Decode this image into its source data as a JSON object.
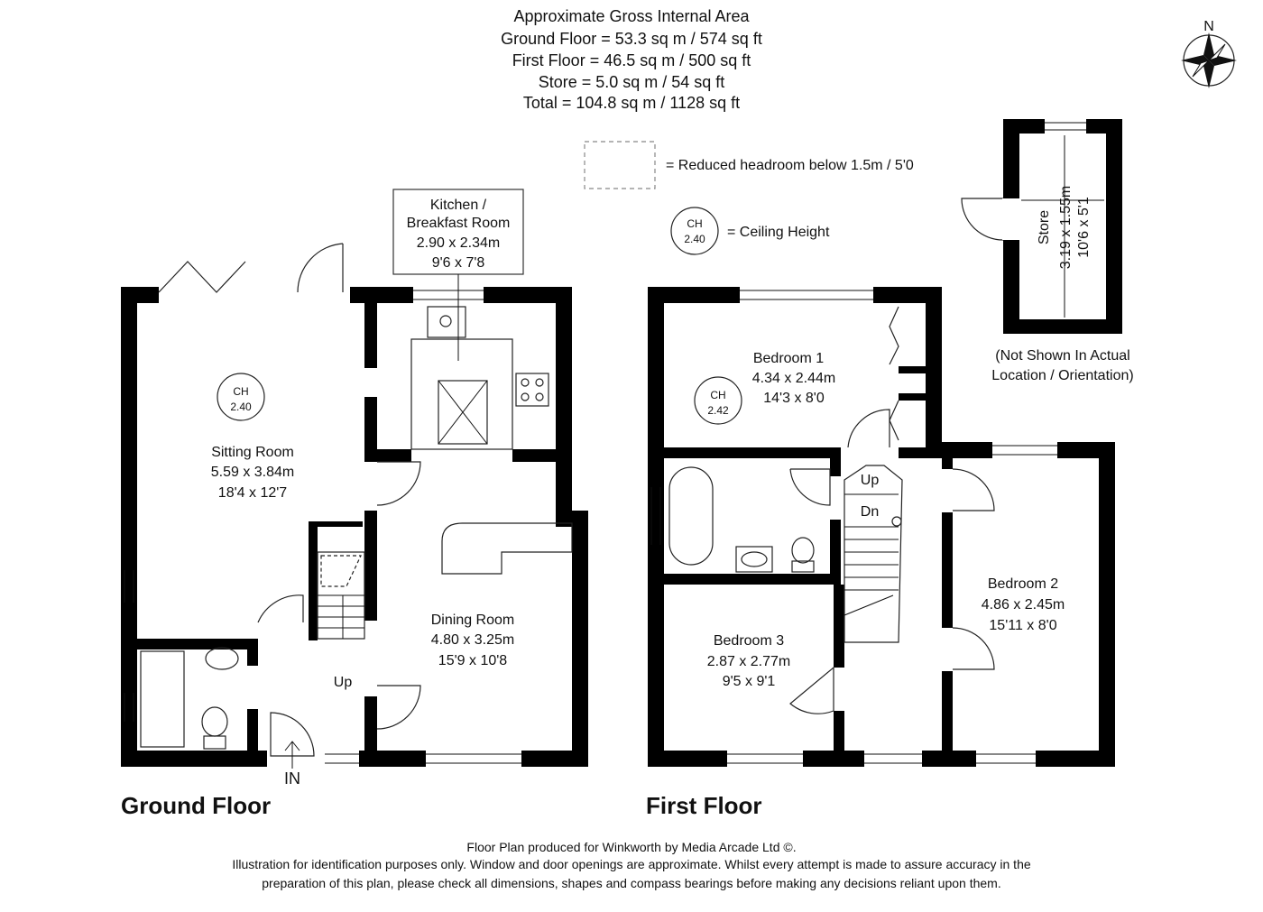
{
  "header": {
    "line1": "Approximate Gross Internal Area",
    "line2": "Ground Floor = 53.3 sq m / 574 sq ft",
    "line3": "First Floor = 46.5 sq m / 500 sq ft",
    "line4": "Store = 5.0 sq m / 54 sq ft",
    "line5": "Total = 104.8 sq m / 1128 sq ft"
  },
  "compass": {
    "north_label": "N"
  },
  "legend": {
    "reduced_headroom": "= Reduced headroom below 1.5m / 5'0",
    "ch_label": "CH",
    "ch_value": "2.40",
    "ceiling_height": "= Ceiling Height"
  },
  "ground_floor": {
    "title": "Ground Floor",
    "kitchen": {
      "name_1": "Kitchen /",
      "name_2": "Breakfast Room",
      "metric": "2.90 x 2.34m",
      "imperial": "9'6 x 7'8"
    },
    "sitting": {
      "name": "Sitting Room",
      "metric": "5.59 x 3.84m",
      "imperial": "18'4 x 12'7",
      "ch_label": "CH",
      "ch_value": "2.40"
    },
    "dining": {
      "name": "Dining Room",
      "metric": "4.80 x 3.25m",
      "imperial": "15'9 x 10'8"
    },
    "stairs_up": "Up",
    "entrance": "IN"
  },
  "first_floor": {
    "title": "First Floor",
    "bedroom1": {
      "name": "Bedroom 1",
      "metric": "4.34 x 2.44m",
      "imperial": "14'3 x 8'0",
      "ch_label": "CH",
      "ch_value": "2.42"
    },
    "bedroom2": {
      "name": "Bedroom 2",
      "metric": "4.86 x 2.45m",
      "imperial": "15'11 x 8'0"
    },
    "bedroom3": {
      "name": "Bedroom 3",
      "metric": "2.87 x 2.77m",
      "imperial": "9'5 x 9'1"
    },
    "stairs_up": "Up",
    "stairs_down": "Dn"
  },
  "store": {
    "name": "Store",
    "metric": "3.19 x 1.55m",
    "imperial": "10'6 x 5'1",
    "note_1": "(Not Shown In Actual",
    "note_2": "Location / Orientation)"
  },
  "footer": {
    "line1": "Floor Plan produced for Winkworth by Media Arcade Ltd ©.",
    "line2": "Illustration for identification purposes only. Window and door openings are approximate. Whilst every attempt is made to assure accuracy in the",
    "line3": "preparation of this plan, please check all dimensions, shapes and compass bearings before making any decisions reliant upon them."
  }
}
